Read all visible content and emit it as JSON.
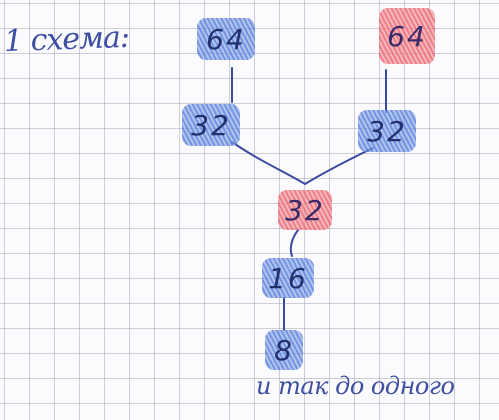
{
  "heading": "1 схема:",
  "nodes": [
    {
      "id": "top-left",
      "label": "64",
      "color": "blue"
    },
    {
      "id": "top-right",
      "label": "64",
      "color": "red"
    },
    {
      "id": "mid-left",
      "label": "32",
      "color": "blue"
    },
    {
      "id": "mid-right",
      "label": "32",
      "color": "blue"
    },
    {
      "id": "center",
      "label": "32",
      "color": "red"
    },
    {
      "id": "lower",
      "label": "16",
      "color": "blue"
    },
    {
      "id": "bottom",
      "label": "8",
      "color": "blue"
    }
  ],
  "footer_note": "и так до одного",
  "colors": {
    "ink": "#3d4fa3",
    "blue_fill": "#5a80d8",
    "red_fill": "#ec6370"
  }
}
